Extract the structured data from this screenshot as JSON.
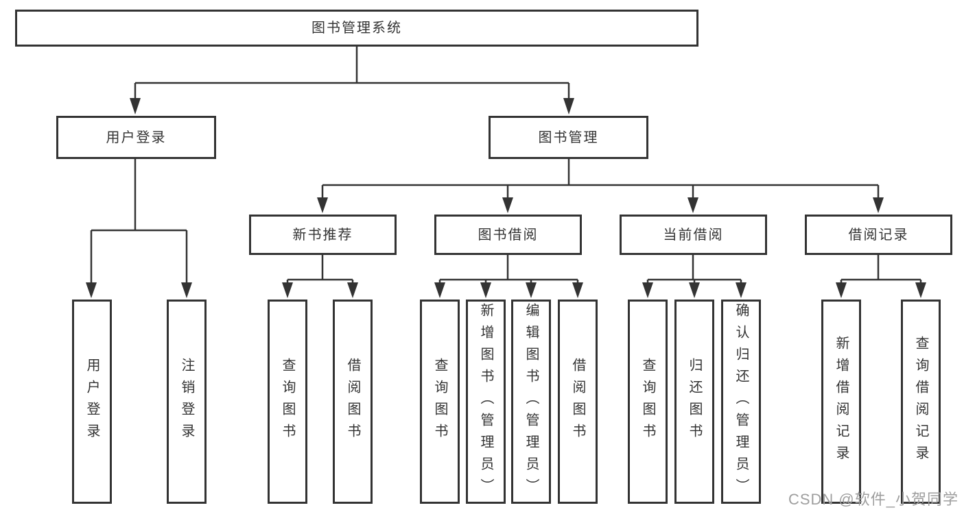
{
  "root": {
    "label": "图书管理系统"
  },
  "level2": [
    {
      "label": "用户登录",
      "children": [
        {
          "label": "用户登录"
        },
        {
          "label": "注销登录"
        }
      ]
    },
    {
      "label": "图书管理",
      "children": [
        {
          "label": "新书推荐",
          "children": [
            {
              "label": "查询图书"
            },
            {
              "label": "借阅图书"
            }
          ]
        },
        {
          "label": "图书借阅",
          "children": [
            {
              "label": "查询图书"
            },
            {
              "label": "新增图书（管理员）"
            },
            {
              "label": "编辑图书（管理员）"
            },
            {
              "label": "借阅图书"
            }
          ]
        },
        {
          "label": "当前借阅",
          "children": [
            {
              "label": "查询图书"
            },
            {
              "label": "归还图书"
            },
            {
              "label": "确认归还（管理员）"
            }
          ]
        },
        {
          "label": "借阅记录",
          "children": [
            {
              "label": "新增借阅记录"
            },
            {
              "label": "查询借阅记录"
            }
          ]
        }
      ]
    }
  ],
  "watermark": "CSDN @软件_小贺同学",
  "colors": {
    "line": "#333333",
    "text": "#333333",
    "background": "#ffffff",
    "watermark": "#9e9e9e"
  }
}
